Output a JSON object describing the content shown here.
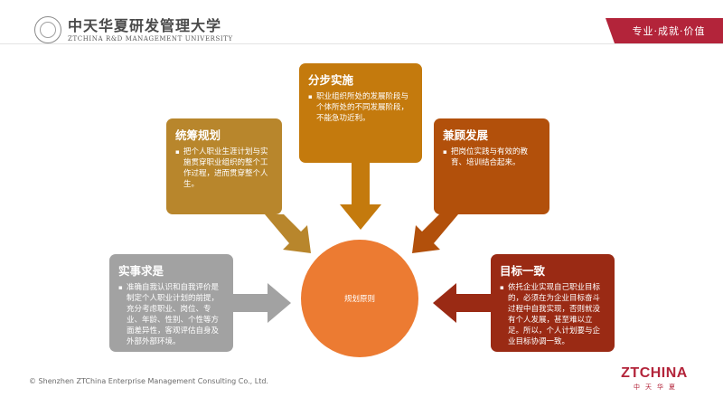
{
  "header": {
    "logo_cn": "中天华夏研发管理大学",
    "logo_en": "ZTCHINA R&D MANAGEMENT UNIVERSITY",
    "slogan": "专业·成就·价值"
  },
  "diagram": {
    "center_label": "规划原则",
    "boxes": [
      {
        "title": "实事求是",
        "text": "准确自我认识和自我评价是制定个人职业计划的前提，充分考虑职业、岗位、专业、年龄、性别、个性等方面差异性，客观评估自身及外部外部环境。",
        "color": "#a2a2a2"
      },
      {
        "title": "统筹规划",
        "text": "把个人职业生涯计划与实施贯穿职业组织的整个工作过程，进而贯穿整个人生。",
        "color": "#b8862c"
      },
      {
        "title": "分步实施",
        "text": "职业组织所处的发展阶段与个体所处的不同发展阶段，不能急功近利。",
        "color": "#c47a0d"
      },
      {
        "title": "兼顾发展",
        "text": "把岗位实践与有效的教育、培训结合起来。",
        "color": "#b2500b"
      },
      {
        "title": "目标一致",
        "text": "依托企业实现自己职业目标的，必须在为企业目标奋斗过程中自我实现，否则就没有个人发展，甚至难以立足。所以，个人计划要与企业目标协调一致。",
        "color": "#9a2a14"
      }
    ],
    "arrow_colors": {
      "left": "#a2a2a2",
      "top_left": "#b8862c",
      "top": "#c47a0d",
      "top_right": "#b2500b",
      "right": "#9a2a14"
    }
  },
  "footer": {
    "copyright": "© Shenzhen ZTChina Enterprise  Management  Consulting Co., Ltd.",
    "brand_name": "ZTCHINA",
    "brand_cn": "中天华夏"
  }
}
